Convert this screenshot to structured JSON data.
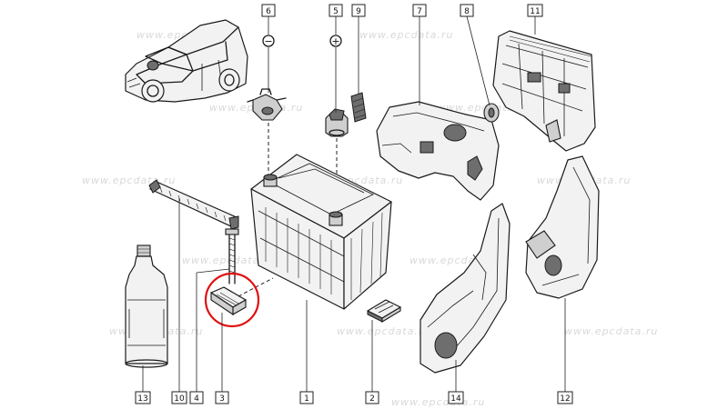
{
  "watermark": {
    "text": "www.epcdata.ru"
  },
  "callouts": [
    {
      "id": "1",
      "label": "1"
    },
    {
      "id": "2",
      "label": "2"
    },
    {
      "id": "3",
      "label": "3"
    },
    {
      "id": "4",
      "label": "4"
    },
    {
      "id": "5",
      "label": "5"
    },
    {
      "id": "6",
      "label": "6"
    },
    {
      "id": "7",
      "label": "7"
    },
    {
      "id": "8",
      "label": "8"
    },
    {
      "id": "9",
      "label": "9"
    },
    {
      "id": "10",
      "label": "10"
    },
    {
      "id": "11",
      "label": "11"
    },
    {
      "id": "12",
      "label": "12"
    },
    {
      "id": "13",
      "label": "13"
    },
    {
      "id": "14",
      "label": "14"
    }
  ],
  "terminal_symbols": {
    "negative": "−",
    "positive": "+"
  },
  "highlight": {
    "target_callout": "3",
    "color": "#e01010"
  }
}
